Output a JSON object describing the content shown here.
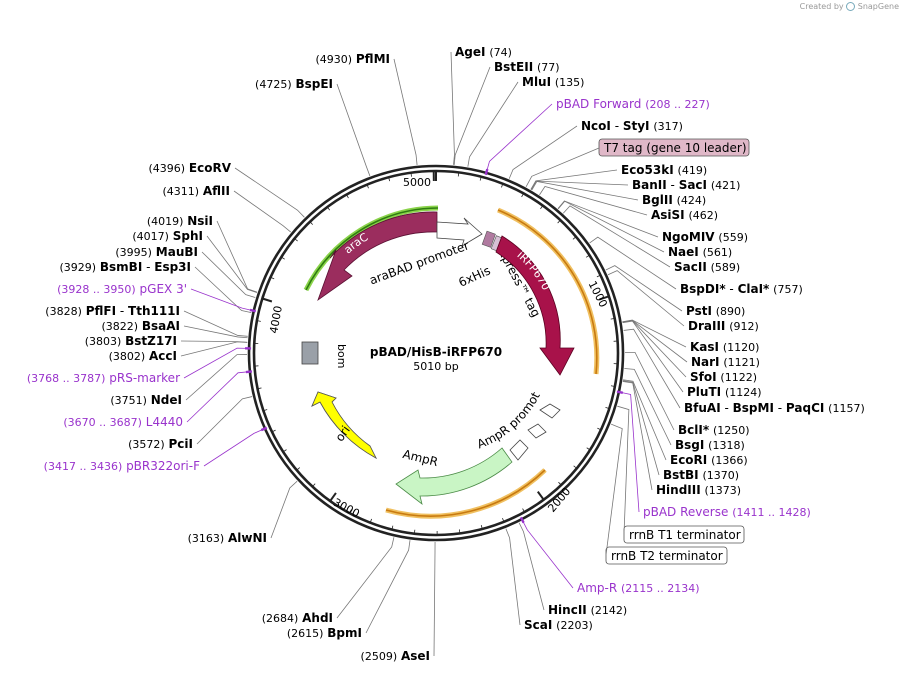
{
  "credit": {
    "created_by": "Created by",
    "brand": "SnapGene"
  },
  "map": {
    "name": "pBAD/HisB-iRFP670",
    "size": "5010 bp",
    "length": 5010,
    "colors": {
      "backbone": "#222222",
      "site_line": "#777777",
      "primer": "#9933cc",
      "enzyme": "#000000"
    }
  },
  "ticks": [
    "5000",
    "1000",
    "2000",
    "3000",
    "4000"
  ],
  "features": {
    "araC": "araC",
    "araBAD_promoter": "araBAD promoter",
    "sixxhis": "6xHis",
    "xpress_tag": "Xpress™ tag",
    "irfp670": "iRFP670",
    "ampr_promoter": "AmpR promoter",
    "ampr": "AmpR",
    "ori": "ori",
    "bom": "bom",
    "rrnb_t1": "rrnB T1 terminator",
    "rrnb_t2": "rrnB T2 terminator",
    "t7_tag": "T7 tag (gene 10 leader)"
  },
  "right_sites": [
    {
      "name": "AgeI",
      "pos": "(74)"
    },
    {
      "name": "BstEII",
      "pos": "(77)"
    },
    {
      "name": "MluI",
      "pos": "(135)"
    },
    {
      "name": "pBAD Forward",
      "pos": "(208 .. 227)",
      "primer": true
    },
    {
      "name": "NcoI",
      "name2": "StyI",
      "pos": "(317)"
    },
    {
      "name": "Eco53kI",
      "pos": "(419)"
    },
    {
      "name": "BanII",
      "name2": "SacI",
      "pos": "(421)"
    },
    {
      "name": "BglII",
      "pos": "(424)"
    },
    {
      "name": "AsiSI",
      "pos": "(462)"
    },
    {
      "name": "NgoMIV",
      "pos": "(559)"
    },
    {
      "name": "NaeI",
      "pos": "(561)"
    },
    {
      "name": "SacII",
      "pos": "(589)"
    },
    {
      "name": "BspDI",
      "star": "*",
      "name2": "ClaI",
      "star2": "*",
      "pos": "(757)"
    },
    {
      "name": "PstI",
      "pos": "(890)"
    },
    {
      "name": "DraIII",
      "pos": "(912)"
    },
    {
      "name": "KasI",
      "pos": "(1120)"
    },
    {
      "name": "NarI",
      "pos": "(1121)"
    },
    {
      "name": "SfoI",
      "pos": "(1122)"
    },
    {
      "name": "PluTI",
      "pos": "(1124)"
    },
    {
      "name": "BfuAI",
      "name2": "BspMI",
      "name3": "PaqCI",
      "pos": "(1157)"
    },
    {
      "name": "BclI",
      "star": "*",
      "pos": "(1250)"
    },
    {
      "name": "BsgI",
      "pos": "(1318)"
    },
    {
      "name": "EcoRI",
      "pos": "(1366)"
    },
    {
      "name": "BstBI",
      "pos": "(1370)"
    },
    {
      "name": "HindIII",
      "pos": "(1373)"
    },
    {
      "name": "pBAD Reverse",
      "pos": "(1411 .. 1428)",
      "primer": true
    },
    {
      "name": "Amp-R",
      "pos": "(2115 .. 2134)",
      "primer": true
    },
    {
      "name": "HincII",
      "pos": "(2142)"
    },
    {
      "name": "ScaI",
      "pos": "(2203)"
    }
  ],
  "left_sites": [
    {
      "name": "PflMI",
      "pos": "(4930)"
    },
    {
      "name": "BspEI",
      "pos": "(4725)"
    },
    {
      "name": "EcoRV",
      "pos": "(4396)"
    },
    {
      "name": "AflII",
      "pos": "(4311)"
    },
    {
      "name": "NsiI",
      "pos": "(4019)"
    },
    {
      "name": "SphI",
      "pos": "(4017)"
    },
    {
      "name": "MauBI",
      "pos": "(3995)"
    },
    {
      "name": "BsmBI",
      "name2": "Esp3I",
      "pos": "(3929)"
    },
    {
      "name": "pGEX 3'",
      "pos": "(3928 .. 3950)",
      "primer": true
    },
    {
      "name": "PflFI",
      "name2": "Tth111I",
      "pos": "(3828)"
    },
    {
      "name": "BsaAI",
      "pos": "(3822)"
    },
    {
      "name": "BstZ17I",
      "pos": "(3803)"
    },
    {
      "name": "AccI",
      "pos": "(3802)"
    },
    {
      "name": "pRS-marker",
      "pos": "(3768 .. 3787)",
      "primer": true
    },
    {
      "name": "NdeI",
      "pos": "(3751)"
    },
    {
      "name": "L4440",
      "pos": "(3670 .. 3687)",
      "primer": true
    },
    {
      "name": "PciI",
      "pos": "(3572)"
    },
    {
      "name": "pBR322ori-F",
      "pos": "(3417 .. 3436)",
      "primer": true
    },
    {
      "name": "AlwNI",
      "pos": "(3163)"
    },
    {
      "name": "AhdI",
      "pos": "(2684)"
    },
    {
      "name": "BpmI",
      "pos": "(2615)"
    },
    {
      "name": "AseI",
      "pos": "(2509)"
    }
  ]
}
